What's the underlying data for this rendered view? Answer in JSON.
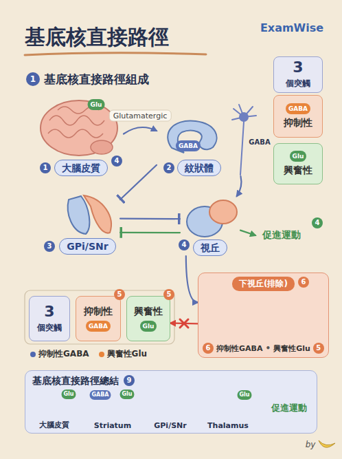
{
  "diagram": {
    "title": "基底核直接路徑",
    "nodes": [
      {
        "text": [
          "3",
          "個突觸"
        ]
      },
      {
        "text": [
          "GABA",
          "抑制性"
        ]
      },
      {
        "text": [
          "Glu",
          "興奮性"
        ]
      },
      {
        "text": [
          "大腦皮質"
        ]
      },
      {
        "text": [
          "紋狀體"
        ]
      },
      {
        "text": [
          "GPi/SNr"
        ]
      },
      {
        "text": [
          "視丘"
        ]
      },
      {
        "text": [
          "促進運動"
        ]
      },
      {
        "text": [
          "下視丘(排除)",
          "抑制性GABA",
          "興奮性Glu"
        ]
      },
      {
        "text": [
          "3",
          "個突觸"
        ]
      },
      {
        "text": [
          "抑制性",
          "GABA"
        ]
      },
      {
        "text": [
          "興奮性",
          "Glu"
        ]
      },
      {
        "text": [
          "基底核直接路徑總結"
        ]
      },
      {
        "text": [
          "大腦皮質"
        ],
        "in": 12
      },
      {
        "text": [
          "Striatum"
        ],
        "in": 12
      },
      {
        "text": [
          "GPi/SNr"
        ],
        "in": 12
      },
      {
        "text": [
          "Thalamus"
        ],
        "in": 12
      },
      {
        "text": [
          "促進運動"
        ],
        "in": 12
      }
    ],
    "edges": [
      {
        "from": 3,
        "to": 4,
        "arrow": "to",
        "label": "Glutamatergic"
      },
      {
        "from": 4,
        "to": 5,
        "arrow": "to"
      },
      {
        "from": 4,
        "to": 6,
        "arrow": "to"
      },
      {
        "from": 5,
        "to": 6,
        "arrow": "to"
      },
      {
        "from": 6,
        "to": 5,
        "arrow": "to"
      },
      {
        "from": 6,
        "to": 7,
        "arrow": "to"
      },
      {
        "from": 6,
        "to": 8,
        "arrow": "to"
      },
      {
        "from": 8,
        "to": 11,
        "arrow": "to"
      },
      {
        "from": 13,
        "to": 14,
        "arrow": "to"
      },
      {
        "from": 14,
        "to": 15,
        "arrow": "to"
      },
      {
        "from": 15,
        "to": 16,
        "arrow": "to"
      },
      {
        "from": 16,
        "to": 17,
        "arrow": "to"
      }
    ],
    "labels": [
      "ExamWise",
      "1",
      "基底核直接路徑組成",
      "Glu",
      "1",
      "4",
      "GABA",
      "GABA",
      "2",
      "3",
      "4",
      "4",
      "6",
      "6",
      "•",
      "5",
      "5",
      "5",
      "9",
      "Glu",
      "Glu",
      "GABA",
      "Glu",
      "by"
    ],
    "legend": [
      {
        "text": "抑制性GABA",
        "color": "#4f67b0"
      },
      {
        "text": "興奮性Glu",
        "color": "#e8843a"
      }
    ]
  }
}
